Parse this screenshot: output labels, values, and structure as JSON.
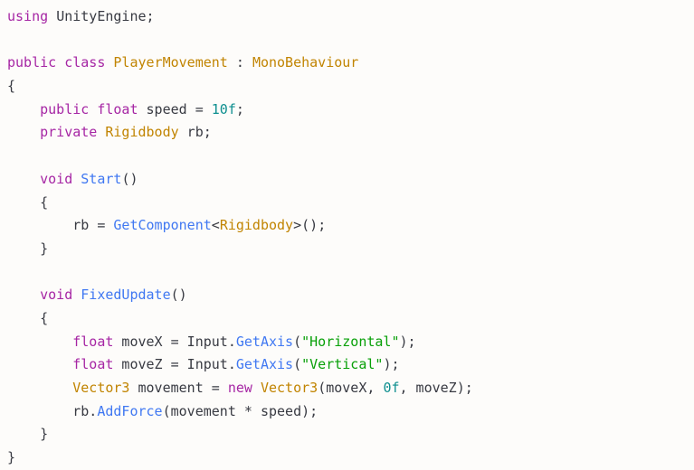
{
  "editor": {
    "language": "csharp",
    "background_color": "#fdfcfa",
    "theme_colors": {
      "plain": "#383a42",
      "keyword": "#a626a4",
      "type": "#c18401",
      "method": "#4078f2",
      "string": "#08a008",
      "number": "#0e8f8f",
      "punctuation": "#4078f2"
    },
    "lines": [
      {
        "n": 1,
        "tokens": [
          {
            "t": "using",
            "k": "keyword"
          },
          {
            "t": " ",
            "k": "plain"
          },
          {
            "t": "UnityEngine",
            "k": "plain"
          },
          {
            "t": ";",
            "k": "plain"
          }
        ]
      },
      {
        "n": 2,
        "tokens": []
      },
      {
        "n": 3,
        "tokens": [
          {
            "t": "public",
            "k": "keyword"
          },
          {
            "t": " ",
            "k": "plain"
          },
          {
            "t": "class",
            "k": "keyword"
          },
          {
            "t": " ",
            "k": "plain"
          },
          {
            "t": "PlayerMovement",
            "k": "type"
          },
          {
            "t": " : ",
            "k": "plain"
          },
          {
            "t": "MonoBehaviour",
            "k": "type"
          }
        ]
      },
      {
        "n": 4,
        "tokens": [
          {
            "t": "{",
            "k": "plain"
          }
        ]
      },
      {
        "n": 5,
        "tokens": [
          {
            "t": "    ",
            "k": "plain"
          },
          {
            "t": "public",
            "k": "keyword"
          },
          {
            "t": " ",
            "k": "plain"
          },
          {
            "t": "float",
            "k": "keyword"
          },
          {
            "t": " speed = ",
            "k": "plain"
          },
          {
            "t": "10f",
            "k": "number"
          },
          {
            "t": ";",
            "k": "plain"
          }
        ]
      },
      {
        "n": 6,
        "tokens": [
          {
            "t": "    ",
            "k": "plain"
          },
          {
            "t": "private",
            "k": "keyword"
          },
          {
            "t": " ",
            "k": "plain"
          },
          {
            "t": "Rigidbody",
            "k": "type"
          },
          {
            "t": " rb;",
            "k": "plain"
          }
        ]
      },
      {
        "n": 7,
        "tokens": []
      },
      {
        "n": 8,
        "tokens": [
          {
            "t": "    ",
            "k": "plain"
          },
          {
            "t": "void",
            "k": "keyword"
          },
          {
            "t": " ",
            "k": "plain"
          },
          {
            "t": "Start",
            "k": "method"
          },
          {
            "t": "()",
            "k": "punctuation"
          }
        ]
      },
      {
        "n": 9,
        "tokens": [
          {
            "t": "    {",
            "k": "plain"
          }
        ]
      },
      {
        "n": 10,
        "tokens": [
          {
            "t": "        rb = ",
            "k": "plain"
          },
          {
            "t": "GetComponent",
            "k": "method"
          },
          {
            "t": "<",
            "k": "punctuation"
          },
          {
            "t": "Rigidbody",
            "k": "type"
          },
          {
            "t": ">",
            "k": "punctuation"
          },
          {
            "t": "()",
            "k": "punctuation"
          },
          {
            "t": ";",
            "k": "plain"
          }
        ]
      },
      {
        "n": 11,
        "tokens": [
          {
            "t": "    }",
            "k": "plain"
          }
        ]
      },
      {
        "n": 12,
        "tokens": []
      },
      {
        "n": 13,
        "tokens": [
          {
            "t": "    ",
            "k": "plain"
          },
          {
            "t": "void",
            "k": "keyword"
          },
          {
            "t": " ",
            "k": "plain"
          },
          {
            "t": "FixedUpdate",
            "k": "method"
          },
          {
            "t": "()",
            "k": "punctuation"
          }
        ]
      },
      {
        "n": 14,
        "tokens": [
          {
            "t": "    {",
            "k": "plain"
          }
        ]
      },
      {
        "n": 15,
        "tokens": [
          {
            "t": "        ",
            "k": "plain"
          },
          {
            "t": "float",
            "k": "keyword"
          },
          {
            "t": " moveX = Input.",
            "k": "plain"
          },
          {
            "t": "GetAxis",
            "k": "method"
          },
          {
            "t": "(",
            "k": "punctuation"
          },
          {
            "t": "\"Horizontal\"",
            "k": "string"
          },
          {
            "t": ")",
            "k": "punctuation"
          },
          {
            "t": ";",
            "k": "plain"
          }
        ]
      },
      {
        "n": 16,
        "tokens": [
          {
            "t": "        ",
            "k": "plain"
          },
          {
            "t": "float",
            "k": "keyword"
          },
          {
            "t": " moveZ = Input.",
            "k": "plain"
          },
          {
            "t": "GetAxis",
            "k": "method"
          },
          {
            "t": "(",
            "k": "punctuation"
          },
          {
            "t": "\"Vertical\"",
            "k": "string"
          },
          {
            "t": ")",
            "k": "punctuation"
          },
          {
            "t": ";",
            "k": "plain"
          }
        ]
      },
      {
        "n": 17,
        "tokens": [
          {
            "t": "        ",
            "k": "plain"
          },
          {
            "t": "Vector3",
            "k": "type"
          },
          {
            "t": " movement = ",
            "k": "plain"
          },
          {
            "t": "new",
            "k": "keyword"
          },
          {
            "t": " ",
            "k": "plain"
          },
          {
            "t": "Vector3",
            "k": "type"
          },
          {
            "t": "(moveX, ",
            "k": "plain"
          },
          {
            "t": "0f",
            "k": "number"
          },
          {
            "t": ", moveZ);",
            "k": "plain"
          }
        ]
      },
      {
        "n": 18,
        "tokens": [
          {
            "t": "        rb.",
            "k": "plain"
          },
          {
            "t": "AddForce",
            "k": "method"
          },
          {
            "t": "(movement * speed);",
            "k": "plain"
          }
        ]
      },
      {
        "n": 19,
        "tokens": [
          {
            "t": "    }",
            "k": "plain"
          }
        ]
      },
      {
        "n": 20,
        "tokens": [
          {
            "t": "}",
            "k": "plain"
          }
        ]
      }
    ]
  }
}
